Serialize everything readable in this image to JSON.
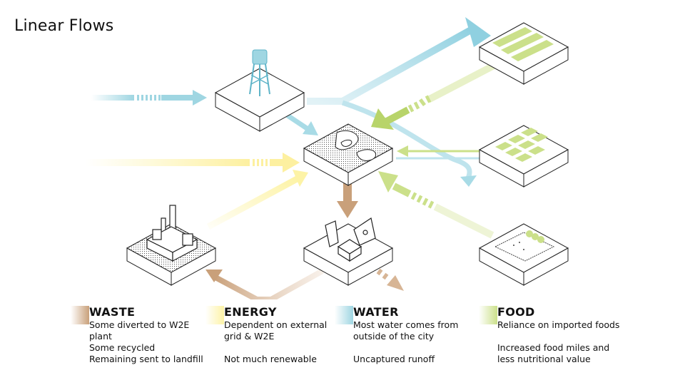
{
  "title": "Linear Flows",
  "colors": {
    "waste": "#c9a07a",
    "energy": "#fdf3a6",
    "water": "#9fd6e2",
    "food": "#cbe08a"
  },
  "legend": [
    {
      "key": "waste",
      "label": "WASTE",
      "lines": [
        "Some diverted to W2E",
        "plant",
        "Some recycled",
        "Remaining sent to landfill"
      ]
    },
    {
      "key": "energy",
      "label": "ENERGY",
      "lines": [
        "Dependent on external",
        "grid & W2E",
        "",
        "Not much renewable"
      ]
    },
    {
      "key": "water",
      "label": "WATER",
      "lines": [
        "Most water comes from",
        "outside of the city",
        "",
        "Uncaptured runoff"
      ]
    },
    {
      "key": "food",
      "label": "FOOD",
      "lines": [
        "Reliance on imported foods",
        "",
        "Increased food miles and",
        "less nutritional value"
      ]
    }
  ],
  "nodes": [
    {
      "id": "water-tower",
      "icon": "water-tower-icon"
    },
    {
      "id": "city",
      "icon": "city-terrain-icon"
    },
    {
      "id": "w2e-plant",
      "icon": "factory-icon"
    },
    {
      "id": "recycling",
      "icon": "recycling-icon"
    },
    {
      "id": "farm-rows",
      "icon": "crop-rows-icon"
    },
    {
      "id": "farm-plots",
      "icon": "crop-plots-icon"
    },
    {
      "id": "farm-greenhouse",
      "icon": "greenhouse-icon"
    }
  ]
}
